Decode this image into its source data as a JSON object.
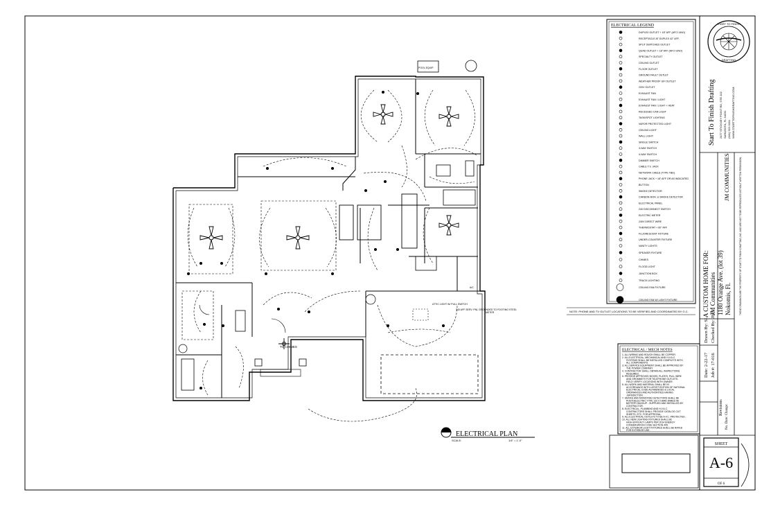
{
  "legend": {
    "title": "ELECTRICAL LEGEND",
    "items": [
      "DUPLEX OUTLET + 18\" AFF (AFCI UNO)",
      "RECEPTACLE AT DUPLEX 42\" AFF.",
      "SPLIT SWITCHED OUTLET",
      "QUAD OUTLET + 18\" AFF (AFCI UNO)",
      "SPECIALTY OUTLET",
      "CEILING OUTLET",
      "FLOOR OUTLET",
      "GROUND FAULT OUTLET",
      "WEATHER PROOF GFI OUTLET",
      "220V OUTLET",
      "EXHAUST FAN",
      "EXHAUST FAN / LIGHT",
      "EXHAUST FAN / LIGHT + HEAT",
      "RECESSED CAN LIGHT",
      "TASK/SPOT LIGHTING",
      "VAPOR PROTECTED LIGHT",
      "CEILING LIGHT",
      "WALL LIGHT",
      "SINGLE SWITCH",
      "3-WAY SWITCH",
      "4-WAY SWITCH",
      "DIMMER SWITCH",
      "CABLE T.V. JACK",
      "NETWORK CABLE (TYPE TBD)",
      "PHONE JACK + 18\" AFF OR AS INDICATED",
      "BUTTON",
      "SMOKE DETECTOR",
      "CARBON MON. & SMOKE DETECTOR",
      "ELECTRICAL PANEL",
      "240 DISCONNECT SWITCH",
      "ELECTRIC METER",
      "240V DIRECT WIRE",
      "THERMOSTAT + 60\" AFF",
      "FLUORESCENT FIXTURE",
      "UNDER-COUNTER FIXTURE",
      "VANITY LIGHTS",
      "SPEAKER FIXTURE",
      "CHIMES",
      "FLOOD LIGHT",
      "JUNCTION BOX",
      "TRACK LIGHTING",
      "CEILING FAN FIXTURE",
      "CEILING FAN W/ LIGHT FIXTURE"
    ]
  },
  "note": "NOTE: PHONE AND TV OUTLET LOCATIONS TO BE VERIFIED AND COORDINATED BY G.C.",
  "mech_notes": {
    "title": "ELECTRICAL / MECH NOTES",
    "lines": [
      "1. ALL WIRING AND ROUGH SHALL BE COPPER.",
      "2. ALL ELECTRICAL, MECHANICAL AND H-V.A.C.",
      "SYSTEMS SHALL BE INSTALLED COMPLETE WITH",
      "ALL COMPONENTS.",
      "3. ALL SERVICE EQUIPMENT SHALL BE APPROVED BY",
      "THE POWER COMPANY.",
      "4. CONTRACTOR SHALL OBTAIN ALL INSPECTIONS",
      "REQUIRED.",
      "5. PROVIDE APPROVED BOXES, PLATES, PULL WIRE",
      "AND GROMMETS FOR TELEPHONE OUTLETS.",
      "FIELD VERIFY LOCATIONS WITH OWNER.",
      "6. ALL WORK AND MATERIAL SHALL BE IN",
      "ACCORDANCE WITH LATEST EDITION OF NATIONAL",
      "ELECTRICAL CODE AS AMENDED & LOCAL",
      "ORDINANCES AND AUTHORITIES HAVING",
      "JURISDICTION.",
      "7. SMOKE AND MONOXIDE DETECTORS SHALL BE",
      "PHOTOELECTRIC TYPE 120 V HARD WIRED W/",
      "BATTERY BACKUP - SUPPLIED AND INSTALLED BY",
      "CONTRACTOR.",
      "8. ELECTRICAL, PLUMBING AND H.V.A.C.",
      "CONTRACTORS SHALL PROVIDE CATALOG CUT",
      "SHEETS, ETC. FOR APPROVAL.",
      "9. ALL ELECTRICAL OUTLETS TO BE A.F.C. PROTECTED.",
      "10. ALL NEW LIGHTING FIXTURES SHALL BE",
      "HIGH-EFFICACY LAMPS PER 2014 ENERGY",
      "CONSERVATION CODE SECTION 405.",
      "11. ALL EXTERIOR LIGHT FIXTURES SHALL BE RATED",
      "FOR EXTERIOR USE."
    ]
  },
  "title_block": {
    "project_line1": "A CUSTOM HOME FOR:",
    "project_line2": "JM Communities",
    "project_line3": "1180 Orange Ave. (lot 39)",
    "project_line4": "Nokomis, Fl.",
    "client": "JM COMMUNITIES",
    "firm": "Start To Finish Drafting",
    "firm_address1": "2477 STICKNEY POINT RD, STE 102",
    "firm_address2": "SARASOTA, FL 34231",
    "firm_phone": "(941) 922-0411",
    "firm_web": "WWW.STARTTOFINISHDRAFTING.COM",
    "date": "Date: 2-22-17",
    "drawn_by": "Drawn By: SL",
    "job": "Job #: 17-016",
    "checked_by": "Checked By: JMK",
    "revisions": "Revisions",
    "rev_header": "No.  Date:  Change:",
    "sheet_label": "SHEET",
    "sheet_number": "A-6",
    "sheet_of": "OF 6",
    "copyright": "THESE DRAWINGS ARE THE PROPERTY OF START TO FINISH DRAFTING, INC. AND ARE NOT TO BE REPRODUCED WITHOUT WRITTEN PERMISSION."
  },
  "plan": {
    "title": "ELECTRICAL PLAN",
    "scale_label": "SCALE:",
    "scale_value": "1/4\" = 1'-0\"",
    "labels": {
      "attic_light": "ATTIC LIGHT W/ PULL SWITCH",
      "garage_note": "240 AFF SERV. PNL GROUNDED TO FOOTING STEEL",
      "to_chimes": "TO CHIMES",
      "meter": "METER",
      "ac_unit": "A/C",
      "pool_equip": "POOL EQUIP."
    }
  },
  "seal": {
    "top_text": "START TO FINISH",
    "bottom_text": "DRAFTING"
  }
}
